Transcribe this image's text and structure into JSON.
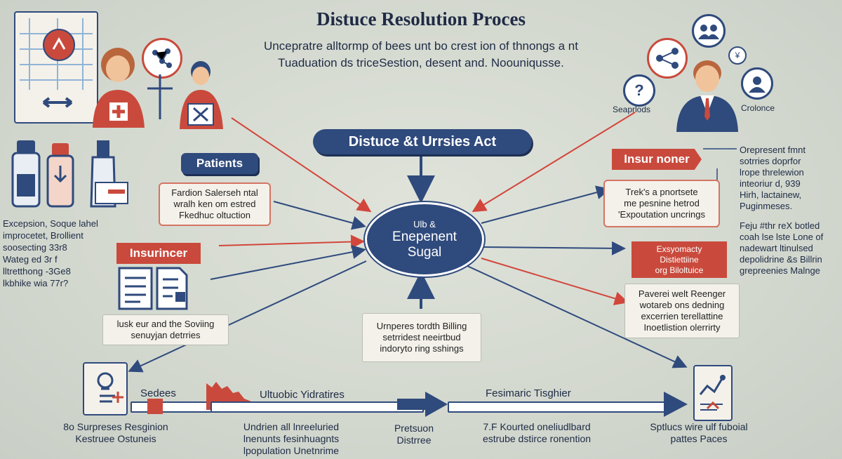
{
  "title": "Distuce Resolution Proces",
  "subtitle_lines": [
    "Uncepratre alltormp of bees unt bo crest ion of thnongs a nt",
    "Tuaduation ds tricеSestion, desent and. Noouniqusse."
  ],
  "act_button": "Distuce &t Urrsies Act",
  "center": {
    "line1": "Ulb &",
    "line2": "Enepenent",
    "line3": "Sugal"
  },
  "patients": {
    "tag": "Patients",
    "note_lines": [
      "Fardion Salerseh ntal",
      "wralh ken om estred",
      "Fkedhuc oltuction"
    ]
  },
  "insurer_left": {
    "tag": "Insurincer",
    "note_lines": [
      "lusk eur and the Soviing",
      "senuyjan detrries"
    ]
  },
  "left_list": [
    "Excepsion, Soque lahel",
    "improcetet, Brollient",
    "soosecting 33r8",
    "Wateg ed 3r f",
    "lltretthong -3Ge8",
    "lkbhike wia 77r?"
  ],
  "insurer_right": {
    "tag": "Insur noner",
    "note_lines": [
      "Trek's a pnortsete",
      "me pesnine hetrod",
      "'Expoutation uncrings"
    ]
  },
  "right_list_top": [
    "Orepresent fmnt",
    "sotrries doprfor",
    "lrope threlewion",
    "inteoriur d, 939",
    "Hirh, lactainew,",
    "Puginmeses."
  ],
  "right_list_mid": [
    "Feju #thr reX botled",
    "coah lse lste Lone of",
    "nadewart ltinulsed",
    "depolidrine &s Billrin",
    "grepreenies Malnge"
  ],
  "red_box_right": [
    "Exsyomacty",
    "Distiettiine",
    "org Biloltuice"
  ],
  "right_note2": [
    "Paverei welt Reenger",
    "wotareb ons dedning",
    "excerrien terellattine",
    "Inoetlistion olerrirty"
  ],
  "billing_note": [
    "Urnperes tordth Billing",
    "setrridest neeirtbud",
    "indoryto ring sshings"
  ],
  "people_labels": {
    "left": "Seaprlods",
    "right": "Crolonce"
  },
  "timeline": {
    "step1": "Sedees",
    "step2": "Ultuobic Yidratires",
    "step3": "Fesimaric Tisghier"
  },
  "bottom_labels": {
    "b1": [
      "8o Surpreses Resginion",
      "Kestruee Ostuneis"
    ],
    "b2": [
      "Undrien all lnreeluried",
      "lnenunts fesinhuagnts",
      "lpopulation Unetnrime"
    ],
    "b3": [
      "Pretsuon",
      "Distrree"
    ],
    "b4": [
      "7.F Kourted oneliudlbard",
      "estrube dstirce ronention"
    ],
    "b5": [
      "Sptlucs wire ulf fuboial",
      "pattes Paces"
    ]
  },
  "colors": {
    "navy": "#2f4a7c",
    "red": "#c94a3c",
    "background": "#d7dcd3",
    "arrow_red": "#d2463b"
  }
}
